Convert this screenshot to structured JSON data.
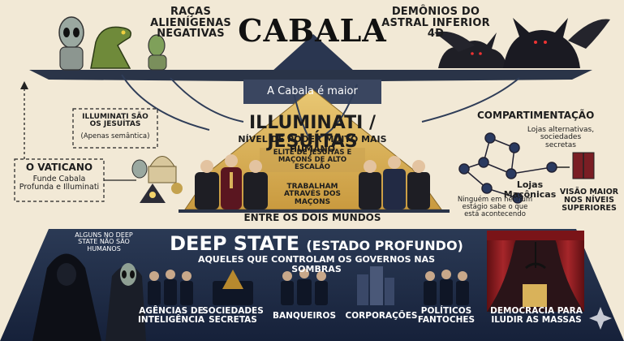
{
  "title": "CABALA",
  "top_left_label": "RAÇAS ALIENÍGENAS NEGATIVAS",
  "top_right_label": "DEMÔNIOS DO ASTRAL INFERIOR 4D",
  "cabala_bar_text": "A Cabala é maior",
  "illuminati": {
    "title": "ILLUMINATI / JESUÍTAS",
    "subtitle": "NÍVEL DE PODER MUITO MAIS HUMANO",
    "elite_text": "ELITE DE JESUÍTAS E MAÇONS DE ALTO ESCALÃO",
    "work_text": "TRABALHAM ATRAVÉS DOS MAÇONS"
  },
  "note_box": {
    "line1": "ILLUMINATI SÃO OS JESUÍTAS",
    "line2": "(Apenas semântica)"
  },
  "vatican": {
    "title": "O VATICANO",
    "text": "Funde Cabala Profunda e Illuminati"
  },
  "compartment": {
    "title": "COMPARTIMENTAÇÃO",
    "lodges_alt": "Lojas alternativas, sociedades secretas",
    "lodges_mason": "Lojas Maçônicas",
    "nobody": "Ninguém em nenhum estágio sabe o que está acontecendo",
    "higher": "VISÃO MAIOR NOS NÍVEIS SUPERIORES"
  },
  "between_worlds": "ENTRE OS DOIS MUNDOS",
  "deep_state": {
    "title": "DEEP STATE",
    "title_paren": "(ESTADO PROFUNDO)",
    "subtitle": "AQUELES QUE CONTROLAM OS GOVERNOS NAS SOMBRAS",
    "note": "ALGUNS NO DEEP STATE NÃO SÃO HUMANOS"
  },
  "groups": [
    {
      "label": "AGÊNCIAS DE INTELIGÊNCIA"
    },
    {
      "label": "SOCIEDADES SECRETAS"
    },
    {
      "label": "BANQUEIROS"
    },
    {
      "label": "CORPORAÇÕES"
    },
    {
      "label": "POLÍTICOS FANTOCHES"
    },
    {
      "label": "DEMOCRACIA PARA ILUDIR AS MASSAS"
    }
  ],
  "colors": {
    "navy": "#1f2d45",
    "gold": "#d9b25a",
    "cream": "#f2e9d6",
    "red_curtain": "#8c1c1c"
  }
}
